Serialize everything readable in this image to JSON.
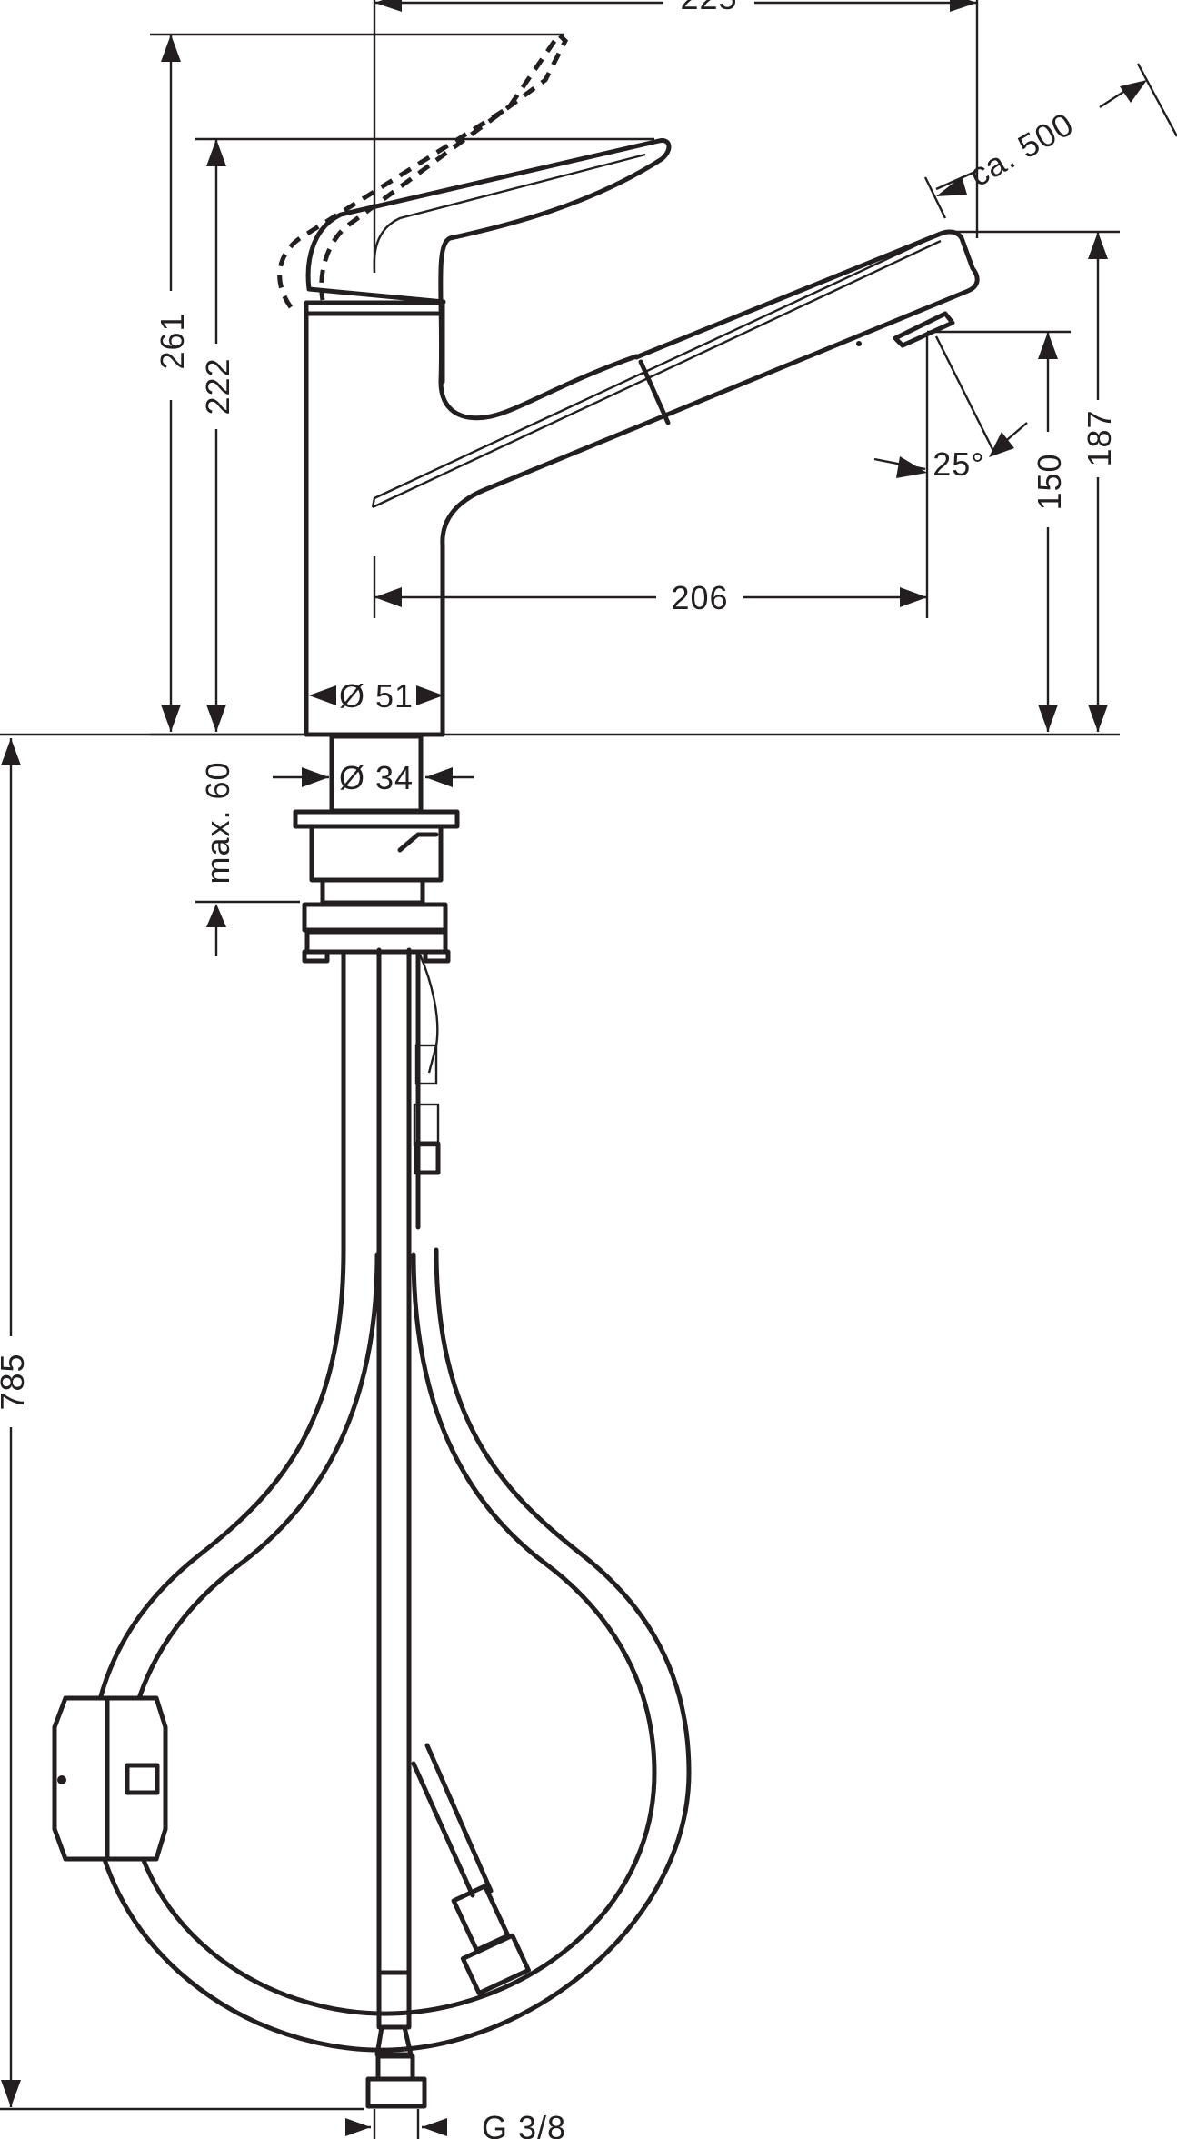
{
  "drawing": {
    "dimensions": {
      "total_width": "225",
      "handle_height_raised": "261",
      "handle_height": "222",
      "pull_out": "ca. 500",
      "spout_height": "187",
      "spray_height": "150",
      "spray_angle": "25°",
      "projection": "206",
      "body_diameter": "Ø 51",
      "hole_diameter": "Ø 34",
      "max_thickness": "max. 60",
      "total_length": "785",
      "connection": "G 3/8"
    }
  }
}
